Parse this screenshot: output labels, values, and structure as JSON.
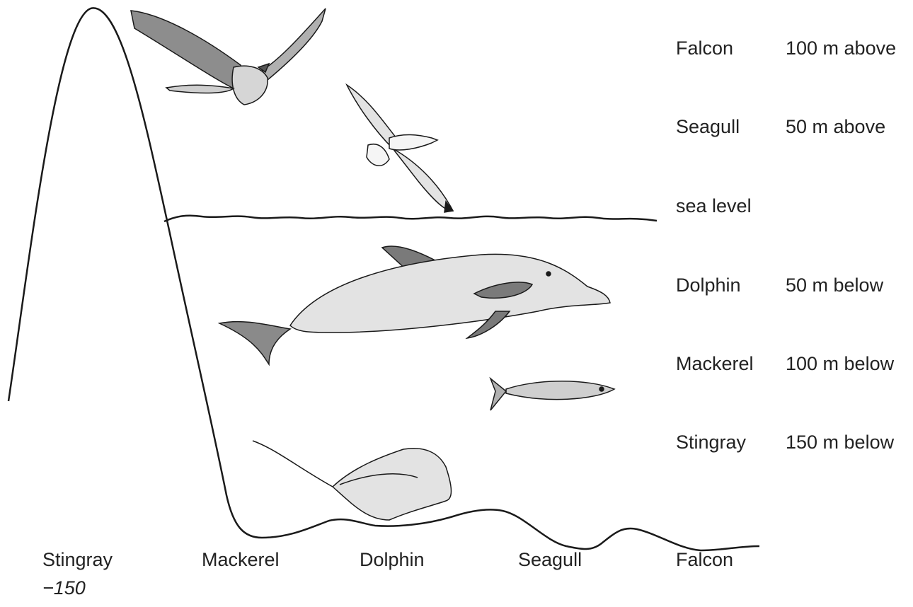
{
  "levels": [
    {
      "animal": "Falcon",
      "position": "100 m above"
    },
    {
      "animal": "Seagull",
      "position": "50 m above"
    },
    {
      "animal": "sea level",
      "position": ""
    },
    {
      "animal": "Dolphin",
      "position": "50 m below"
    },
    {
      "animal": "Mackerel",
      "position": "100 m below"
    },
    {
      "animal": "Stingray",
      "position": "150 m below"
    }
  ],
  "number_line": {
    "labels": [
      "Stingray",
      "Mackerel",
      "Dolphin",
      "Seagull",
      "Falcon"
    ],
    "answer": "−150"
  },
  "colors": {
    "ink": "#1a1a1a",
    "grey_dark": "#7a7a7a",
    "grey_mid": "#b5b5b5",
    "grey_light": "#e3e3e3"
  },
  "icons": [
    "falcon-icon",
    "seagull-icon",
    "dolphin-icon",
    "mackerel-icon",
    "stingray-icon"
  ]
}
